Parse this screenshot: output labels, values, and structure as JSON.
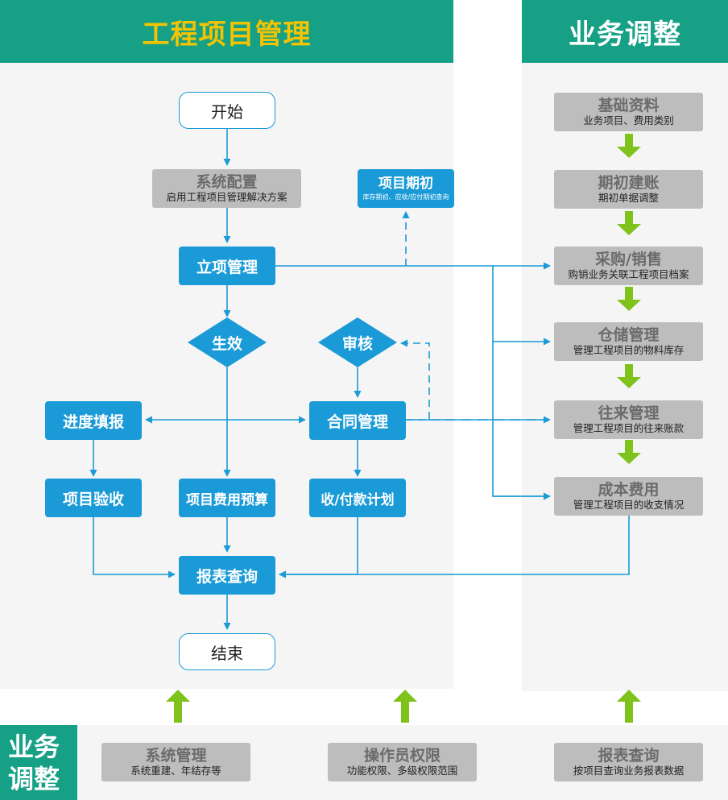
{
  "headers": {
    "left_title": "工程项目管理",
    "right_title": "业务调整",
    "bottom_side_line1": "业务",
    "bottom_side_line2": "调整"
  },
  "flow": {
    "start": "开始",
    "end": "结束",
    "system_config": {
      "title": "系统配置",
      "sub": "启用工程项目管理解决方案"
    },
    "project_initial": {
      "title": "项目期初",
      "sub": "库存期初、应收/应付期初查询"
    },
    "project_setup": "立项管理",
    "effective": "生效",
    "audit": "审核",
    "progress_fill": "进度填报",
    "contract_mgmt": "合同管理",
    "project_accept": "项目验收",
    "expense_budget": "项目费用预算",
    "payment_plan": "收/付款计划",
    "report_query": "报表查询"
  },
  "right_column": [
    {
      "title": "基础资料",
      "sub": "业务项目、费用类别"
    },
    {
      "title": "期初建账",
      "sub": "期初单据调整"
    },
    {
      "title": "采购/销售",
      "sub": "购销业务关联工程项目档案"
    },
    {
      "title": "仓储管理",
      "sub": "管理工程项目的物料库存"
    },
    {
      "title": "往来管理",
      "sub": "管理工程项目的往来账款"
    },
    {
      "title": "成本费用",
      "sub": "管理工程项目的收支情况"
    }
  ],
  "bottom_row": [
    {
      "title": "系统管理",
      "sub": "系统重建、年结存等"
    },
    {
      "title": "操作员权限",
      "sub": "功能权限、多级权限范围"
    },
    {
      "title": "报表查询",
      "sub": "按项目查询业务报表数据"
    }
  ],
  "colors": {
    "header_green": "#16a085",
    "header_title_yellow": "#f5c400",
    "node_blue": "#1a9ad6",
    "arrow_green": "#7ec21b",
    "gray_box": "#bdbdbd",
    "panel_bg": "#f5f5f5"
  }
}
